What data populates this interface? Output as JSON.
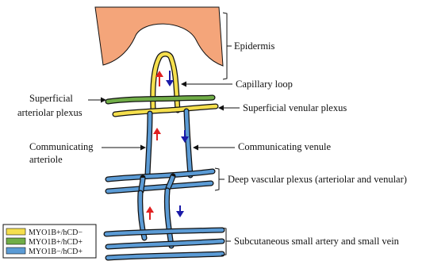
{
  "labels": {
    "epidermis": "Epidermis",
    "capillary_loop": "Capillary loop",
    "superficial_arteriolar_1": "Superficial",
    "superficial_arteriolar_2": "arteriolar plexus",
    "superficial_venular": "Superficial venular plexus",
    "communicating_arteriole_1": "Communicating",
    "communicating_arteriole_2": "arteriole",
    "communicating_venule": "Communicating venule",
    "deep_plexus": "Deep vascular plexus (arteriolar and venular)",
    "subcutaneous": "Subcutaneous small artery and small vein"
  },
  "legend": [
    {
      "label": "MYO1B+/hCD−",
      "color": "#f5df4d"
    },
    {
      "label": "MYO1B+/hCD+",
      "color": "#70ad47"
    },
    {
      "label": "MYO1B−/hCD+",
      "color": "#5b9bd5"
    }
  ],
  "colors": {
    "epidermis": "#f4a57a",
    "yellow": "#f5df4d",
    "green": "#70ad47",
    "blue": "#5b9bd5",
    "arrow_up": "#e02020",
    "arrow_down": "#1a1aa8"
  }
}
